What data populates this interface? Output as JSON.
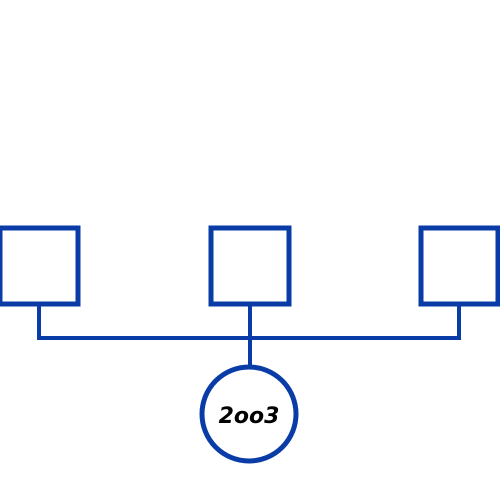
{
  "colors": {
    "primary": "#0a3ca8",
    "text": "#000000",
    "background": "#ffffff"
  },
  "nodes": [
    {
      "shape": "square",
      "label": ""
    },
    {
      "shape": "square",
      "label": ""
    },
    {
      "shape": "square",
      "label": ""
    }
  ],
  "root": {
    "shape": "circle",
    "label": "2oo3"
  }
}
